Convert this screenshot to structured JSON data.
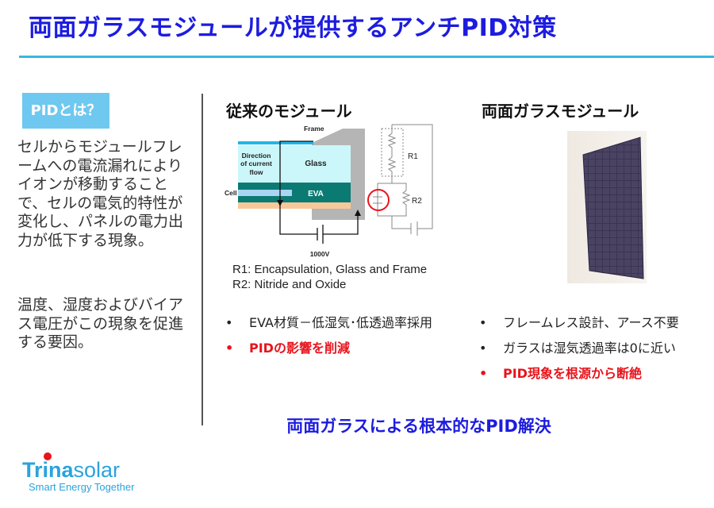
{
  "title": "両面ガラスモジュールが提供するアンチPID対策",
  "left": {
    "badge": "PIDとは？",
    "paragraph1": "セルからモジュールフレームへの電流漏れによりイオンが移動することで、セルの電気的特性が変化し、パネルの電力出力が低下する現象。",
    "paragraph2": "温度、湿度およびバイアス電圧がこの現象を促進する要因。"
  },
  "conventional": {
    "heading": "従来のモジュール",
    "diagram": {
      "frame": "Frame",
      "direction": [
        "Direction",
        "of current",
        "flow"
      ],
      "glass": "Glass",
      "eva": "EVA",
      "cell": "Cell",
      "voltage": "1000V",
      "r1": "R1",
      "r2": "R2"
    },
    "caption1": "R1: Encapsulation, Glass and Frame",
    "caption2": "R2: Nitride and Oxide",
    "bullets": [
      {
        "text": "EVA材質－低湿気･低透過率採用",
        "highlight": false
      },
      {
        "text": "PIDの影響を削減",
        "highlight": true
      }
    ]
  },
  "bifacial": {
    "heading": "両面ガラスモジュール",
    "bullets": [
      {
        "text": "フレームレス設計、アース不要",
        "highlight": false
      },
      {
        "text": "ガラスは湿気透過率は0に近い",
        "highlight": false
      },
      {
        "text": "PID現象を根源から断絶",
        "highlight": true
      }
    ]
  },
  "conclusion": "両面ガラスによる根本的なPID解決",
  "logo": {
    "brand_bold": "Trina",
    "brand_light": "solar",
    "tagline": "Smart Energy Together"
  },
  "colors": {
    "title": "#1c1ce0",
    "accent": "#35b9e0",
    "highlight": "#e8141c",
    "eva": "#0a7a73"
  },
  "bullet_symbol": "•"
}
